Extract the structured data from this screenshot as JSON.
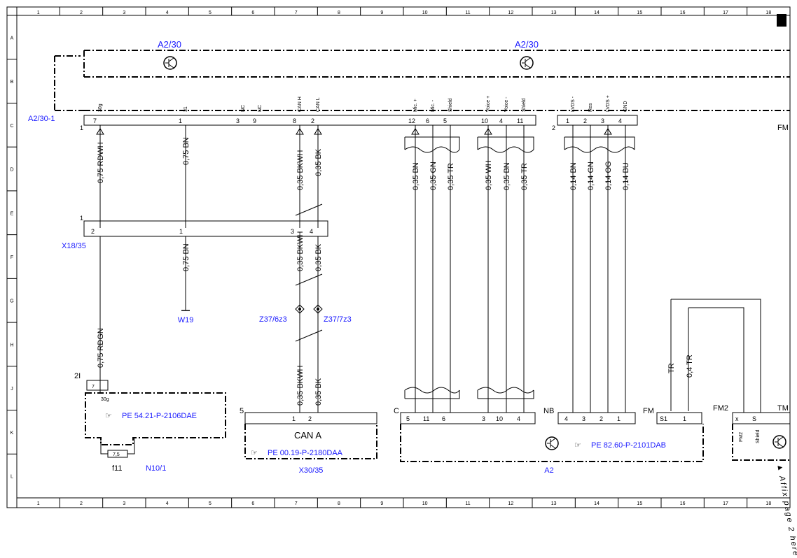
{
  "grid": {
    "columns": [
      "1",
      "2",
      "3",
      "4",
      "5",
      "6",
      "7",
      "8",
      "9",
      "10",
      "11",
      "12",
      "13",
      "14",
      "15",
      "16",
      "17",
      "18"
    ],
    "rows": [
      "A",
      "B",
      "C",
      "D",
      "E",
      "F",
      "G",
      "H",
      "J",
      "K",
      "L"
    ]
  },
  "components": {
    "a2_30_left": "A2/30",
    "a2_30_right": "A2/30",
    "a2_30_1": "A2/30-1",
    "x18_35": "X18/35",
    "w19": "W19",
    "z37_6z3": "Z37/6z3",
    "z37_7z3": "Z37/7z3",
    "n10_1": "N10/1",
    "x30_35": "X30/35",
    "a2": "A2",
    "f11": "f11",
    "fm_right": "FM"
  },
  "connector_pins": {
    "top": [
      {
        "name": "30g",
        "pin": "7"
      },
      {
        "name": "31",
        "pin": "1"
      },
      {
        "name": "NC",
        "pin": "3"
      },
      {
        "name": "NC",
        "pin": "9"
      },
      {
        "name": "CAN H",
        "pin": "8"
      },
      {
        "name": "CAN L",
        "pin": "2"
      },
      {
        "name": "Mic. +",
        "pin": "12"
      },
      {
        "name": "Mic. -",
        "pin": "6"
      },
      {
        "name": "Shield",
        "pin": "5"
      },
      {
        "name": "Voice +",
        "pin": "10"
      },
      {
        "name": "Voice -",
        "pin": "4"
      },
      {
        "name": "Shield",
        "pin": "11"
      },
      {
        "name": "LVDS -",
        "pin": "1"
      },
      {
        "name": "Res",
        "pin": "2"
      },
      {
        "name": "LVDS +",
        "pin": "3"
      },
      {
        "name": "GND",
        "pin": "4"
      }
    ],
    "conn1": "1",
    "conn2": "2",
    "x18_label": "1",
    "x18_pins": [
      "2",
      "1",
      "3",
      "4"
    ]
  },
  "wires": {
    "w1": "0,75 RDWH",
    "w2": "0,75 BN",
    "w3": "0,35 BKWH",
    "w4": "0,35 BK",
    "w5": "0,35 BN",
    "w6": "0,35 GN",
    "w7": "0,35 TR",
    "w8": "0,35 WH",
    "w9": "0,35 BN",
    "w10": "0,35 TR",
    "w11": "0,14 BN",
    "w12": "0,14 GN",
    "w13": "0,14 OG",
    "w14": "0,14 BU",
    "w15": "0,75 BN",
    "w16": "0,35 BKWH",
    "w17": "0,35 BK",
    "w18": "0,75 RDGN",
    "w19": "0,35 BKWH",
    "w20": "0,35 BK",
    "w21": "TR",
    "w22": "0,4 TR"
  },
  "bottom": {
    "n10_conn": "2I",
    "n10_pin": "7",
    "n10_pin_name": "30g",
    "ref1": "PE 54.21-P-2106DAE",
    "fuse": "7,5",
    "x30_conn": "5",
    "x30_name": "CAN A",
    "x30_pins": [
      "1",
      "2"
    ],
    "ref2": "PE 00.19-P-2180DAA",
    "a2_conn_c": "C",
    "a2_pins_c": [
      "5",
      "11",
      "6"
    ],
    "a2_pins_mid": [
      "3",
      "10",
      "4"
    ],
    "nb": "NB",
    "a2_pins_nb": [
      "4",
      "3",
      "2",
      "1"
    ],
    "ref3": "PE 82.60-P-2101DAB",
    "fm": "FM",
    "fm_pins": [
      "S1",
      "1"
    ],
    "fm2": "FM2",
    "fm2_pins": [
      "x",
      "S"
    ],
    "fm2_names": [
      "FM2",
      "Shield"
    ],
    "tm": "TM",
    "affix": "▲ Affix page 2 here ▲"
  }
}
